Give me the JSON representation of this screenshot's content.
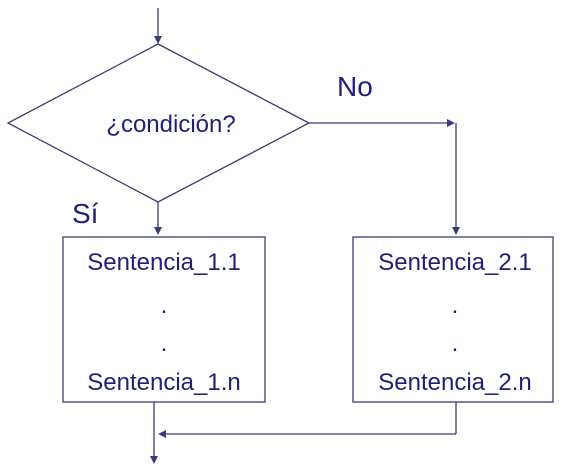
{
  "diagram": {
    "condition": "¿condición?",
    "yes_label": "Sí",
    "no_label": "No",
    "branch_yes": {
      "first": "Sentencia_1.1",
      "dot1": ".",
      "dot2": ".",
      "last": "Sentencia_1.n"
    },
    "branch_no": {
      "first": "Sentencia_2.1",
      "dot1": ".",
      "dot2": ".",
      "last": "Sentencia_2.n"
    }
  },
  "colors": {
    "line": "#3b3b7a",
    "text": "#1f1f7a"
  }
}
